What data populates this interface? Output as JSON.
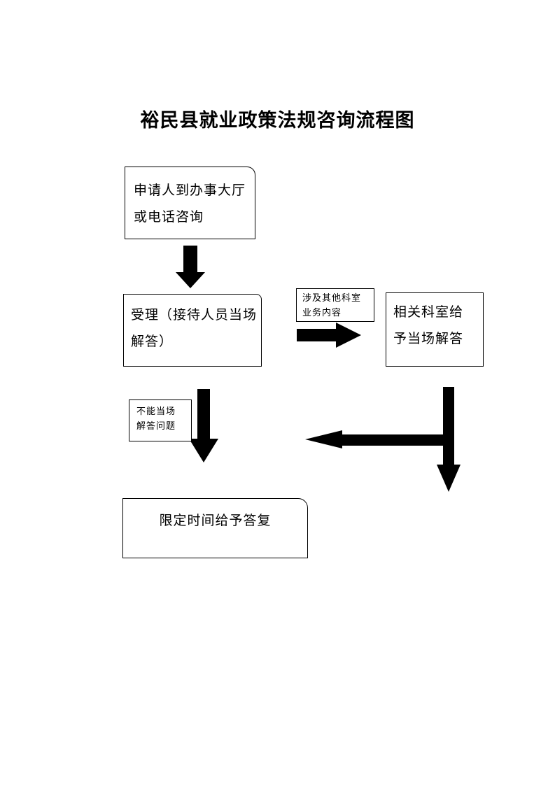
{
  "title": "裕民县就业政策法规咨询流程图",
  "nodes": {
    "apply": [
      "申请人到办事大厅",
      "或电话咨询"
    ],
    "accept": [
      "受理（接待人员当场",
      "解答）"
    ],
    "dept": [
      "相关科室给",
      "予当场解答"
    ],
    "reply": [
      "限定时间给予答复"
    ]
  },
  "notes": {
    "other_dept": [
      "涉及其他科室",
      "业务内容"
    ],
    "cannot_answer": [
      "不能当场",
      "解答问题"
    ]
  },
  "colors": {
    "stroke": "#000000",
    "arrow_fill": "#000000",
    "background": "#ffffff"
  }
}
